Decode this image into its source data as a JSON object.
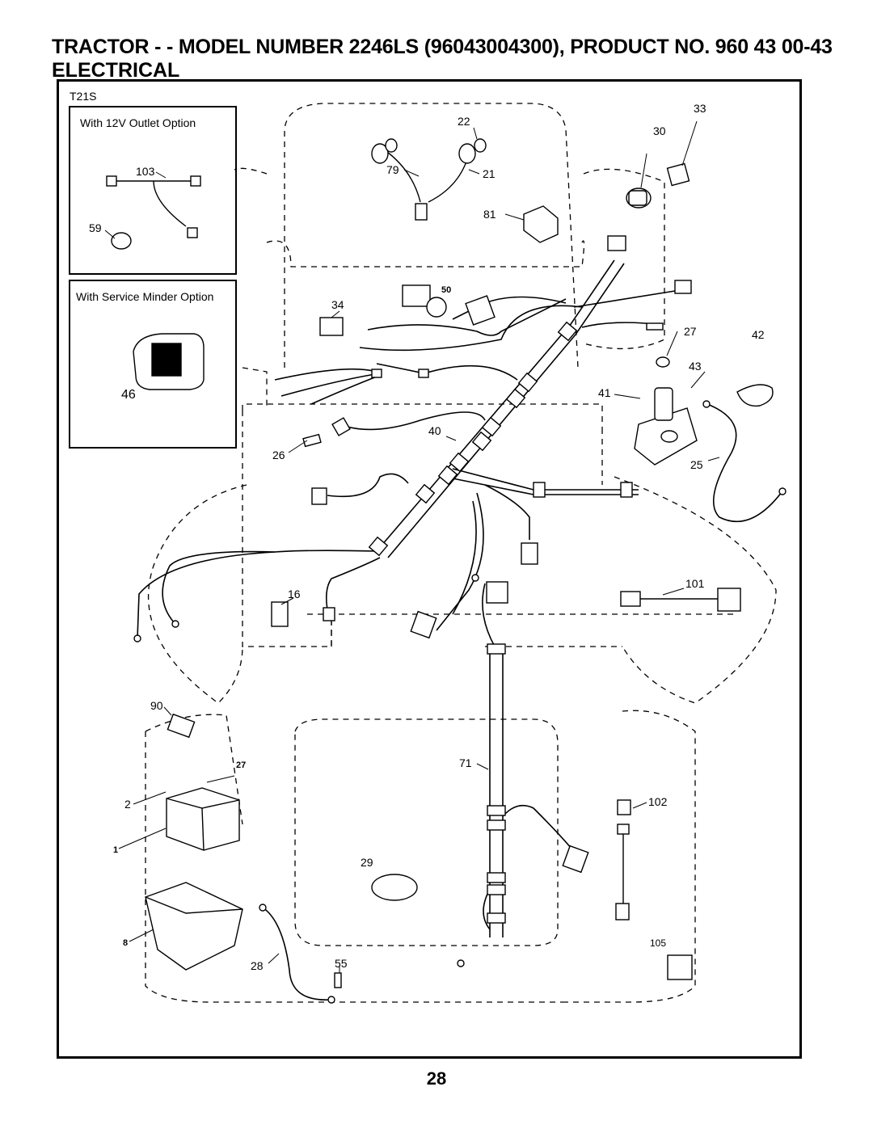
{
  "header": {
    "title": "TRACTOR - - MODEL NUMBER 2246LS (96043004300), PRODUCT NO. 960 43 00-43",
    "section": "ELECTRICAL"
  },
  "diagram": {
    "code": "T21S",
    "inset_12v": {
      "caption": "With 12V Outlet Option",
      "labels": [
        "103",
        "59"
      ]
    },
    "inset_service": {
      "caption": "With Service Minder Option",
      "labels": [
        "46"
      ]
    },
    "parts": {
      "p22": "22",
      "p79": "79",
      "p21": "21",
      "p81": "81",
      "p33": "33",
      "p30": "30",
      "p50": "50",
      "p34": "34",
      "p27a": "27",
      "p42": "42",
      "p43": "43",
      "p41": "41",
      "p40": "40",
      "p26": "26",
      "p25": "25",
      "p101": "101",
      "p16": "16",
      "p90": "90",
      "p27b": "27",
      "p2": "2",
      "p1": "1",
      "p71": "71",
      "p102": "102",
      "p29": "29",
      "p8": "8",
      "p28": "28",
      "p55": "55",
      "p105": "105"
    }
  },
  "footer": {
    "page_number": "28"
  }
}
